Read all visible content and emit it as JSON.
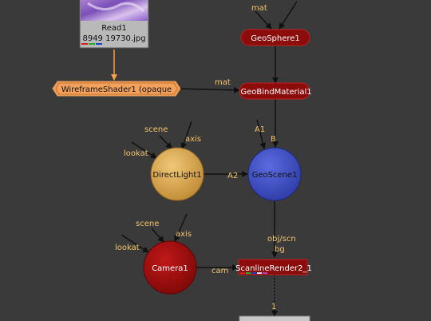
{
  "nodes": {
    "read": {
      "name": "Read1",
      "file": "8949 19730.jpg"
    },
    "wireframe": {
      "name": "WireframeShader1 (opaque"
    },
    "geosphere": {
      "name": "GeoSphere1"
    },
    "bindmaterial": {
      "name": "GeoBindMaterial1"
    },
    "directlight": {
      "name": "DirectLight1"
    },
    "geoscene": {
      "name": "GeoScene1"
    },
    "camera": {
      "name": "Camera1"
    },
    "scanline": {
      "name": "ScanlineRender2_1"
    }
  },
  "ports": {
    "mat_top": "mat",
    "mat_bind": "mat",
    "b": "B",
    "a1": "A1",
    "a2": "A2",
    "scene_light": "scene",
    "axis_light": "axis",
    "lookat_light": "lookat",
    "scene_cam": "scene",
    "axis_cam": "axis",
    "lookat_cam": "lookat",
    "objscn": "obj/scn",
    "bg": "bg",
    "cam": "cam",
    "one": "1"
  },
  "colors": {
    "background": "#3a3a3a",
    "geo_node": "#8c0c0c",
    "light": "#d4a24e",
    "scene": "#3f4fbf",
    "camera": "#a80c0c",
    "shader": "#f09a50",
    "edge": "#111111",
    "image_edge": "#f0a050"
  }
}
